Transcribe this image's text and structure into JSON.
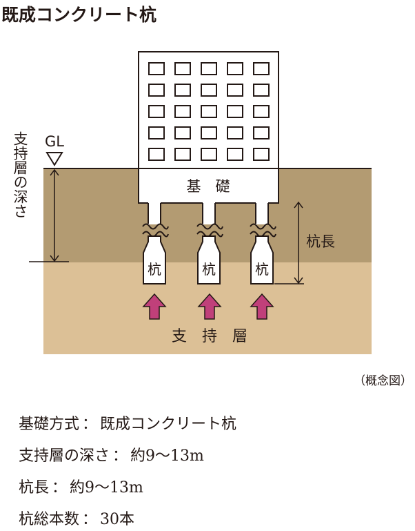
{
  "title": "既成コンクリート杭",
  "diagram": {
    "gl_label": "GL",
    "depth_label": "支持層の深さ",
    "foundation_label": "基　礎",
    "pile_label": "杭",
    "pile_length_label": "杭長",
    "bearing_layer_label": "支　持　層",
    "colors": {
      "upper_soil": "#b39b72",
      "bearing_layer": "#dcc096",
      "arrow": "#c0407a",
      "line": "#231815",
      "structure_fill": "#ffffff"
    }
  },
  "note": "（概念図）",
  "specs": [
    {
      "label": "基礎方式",
      "separator": "：",
      "value": "既成コンクリート杭"
    },
    {
      "label": "支持層の深さ",
      "separator": "：",
      "value": "約9〜13m"
    },
    {
      "label": "杭長",
      "separator": "：",
      "value": "約9〜13m"
    },
    {
      "label": "杭総本数",
      "separator": "：",
      "value": "30本"
    }
  ]
}
